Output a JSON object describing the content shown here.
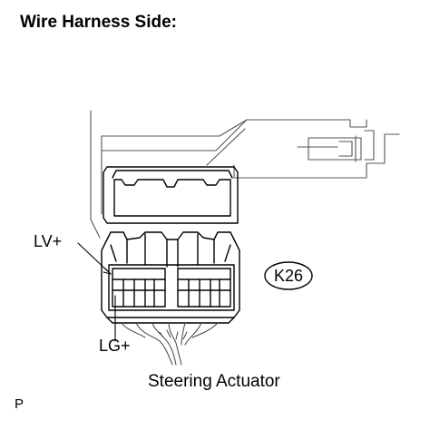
{
  "header": {
    "title": "Wire Harness Side:"
  },
  "diagram": {
    "connector_code": "K26",
    "component_label": "Steering Actuator",
    "terminals": [
      {
        "label": "LV+"
      },
      {
        "label": "LG+"
      }
    ],
    "corner_mark": "P"
  }
}
